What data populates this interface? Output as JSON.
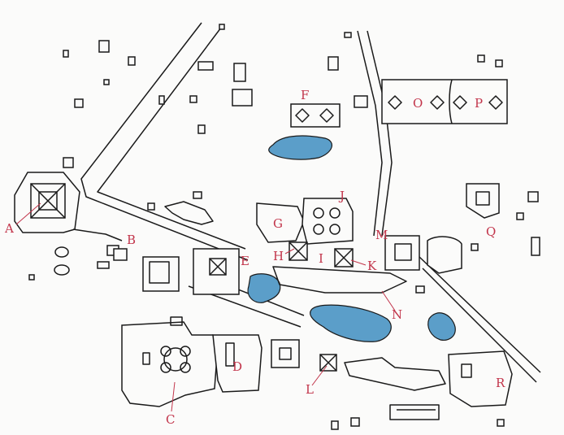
{
  "labels": {
    "A": "A",
    "B": "B",
    "C": "C",
    "D": "D",
    "E": "E",
    "F": "F",
    "G": "G",
    "H": "H",
    "I": "I",
    "J": "J",
    "K": "K",
    "L": "L",
    "M": "M",
    "N": "N",
    "O": "O",
    "P": "P",
    "Q": "Q",
    "R": "R"
  },
  "colors": {
    "label": "#c2344a",
    "water": "#5b9ec9",
    "line": "#1a1a1a",
    "background": "#fbfbfa"
  }
}
